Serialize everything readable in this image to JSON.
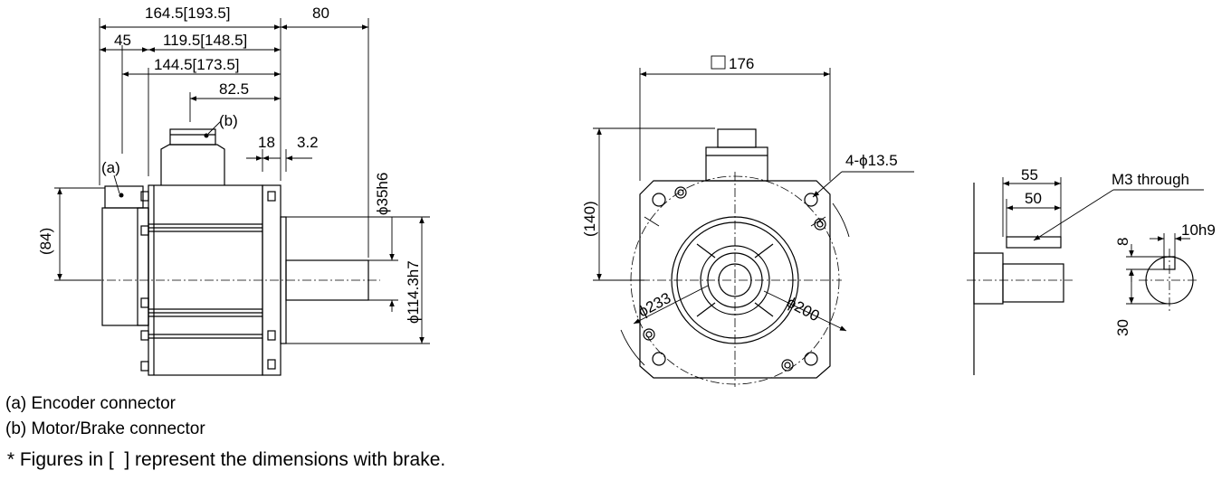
{
  "side_view": {
    "dims": {
      "overall": "164.5[193.5]",
      "shaft_len": "80",
      "enc_len": "45",
      "body_len": "119.5[148.5]",
      "flange_len": "144.5[173.5]",
      "conn_pos": "82.5",
      "flange_thk": "18",
      "shaft_step": "3.2",
      "height": "(84)",
      "shaft_dia": "ϕ35h6",
      "spigot_dia": "ϕ114.3h7"
    },
    "labels": {
      "enc": "(a)",
      "motor": "(b)"
    }
  },
  "front_view": {
    "dims": {
      "square": "176",
      "height": "(140)",
      "holes": "4-ϕ13.5",
      "outer": "ϕ233",
      "pcd": "ϕ200"
    }
  },
  "shaft_detail": {
    "dims": {
      "key_len": "55",
      "key_len2": "50",
      "tap": "M3 through",
      "key_h": "8",
      "key_w": "10h9",
      "keyway": "30"
    }
  },
  "notes": {
    "a": "(a) Encoder connector",
    "b": "(b) Motor/Brake connector",
    "brake": " * Figures in [  ] represent the dimensions with brake."
  }
}
